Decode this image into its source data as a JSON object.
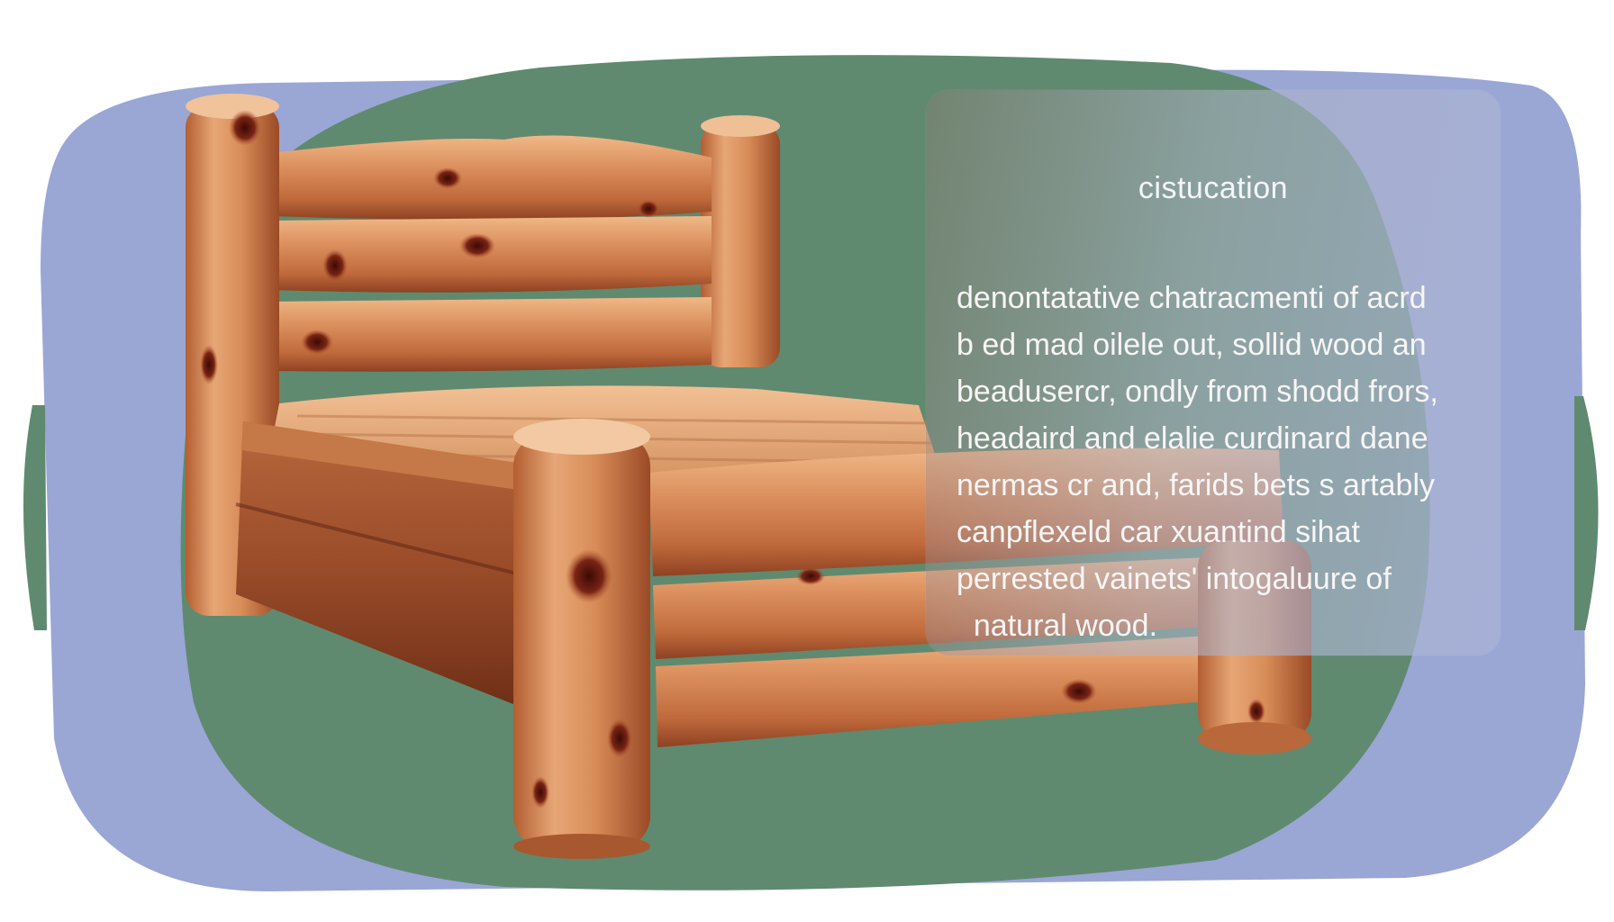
{
  "scene": {
    "subject": "bed-illustration",
    "colors": {
      "outer_blob": "#9aa6d4",
      "inner_blob": "#5f8a6f",
      "wood_light": "#e4a574",
      "wood_mid": "#c97a4a",
      "wood_dark": "#8f3f24",
      "knot": "#5a1a10"
    }
  },
  "card": {
    "title": "cistucation",
    "lines": [
      "denontatative chatracmenti of acrd",
      "b ed  mad oilele out, sollid wood  an",
      "beadusercr, ondly from shodd frors,",
      "headaird and elalie curdinard  dane",
      "nermas cr and, farids bets s artably",
      "canpflexeld  car xuantind sihat",
      "perrested  vainets' intogaluure of",
      "  natural wood."
    ]
  }
}
